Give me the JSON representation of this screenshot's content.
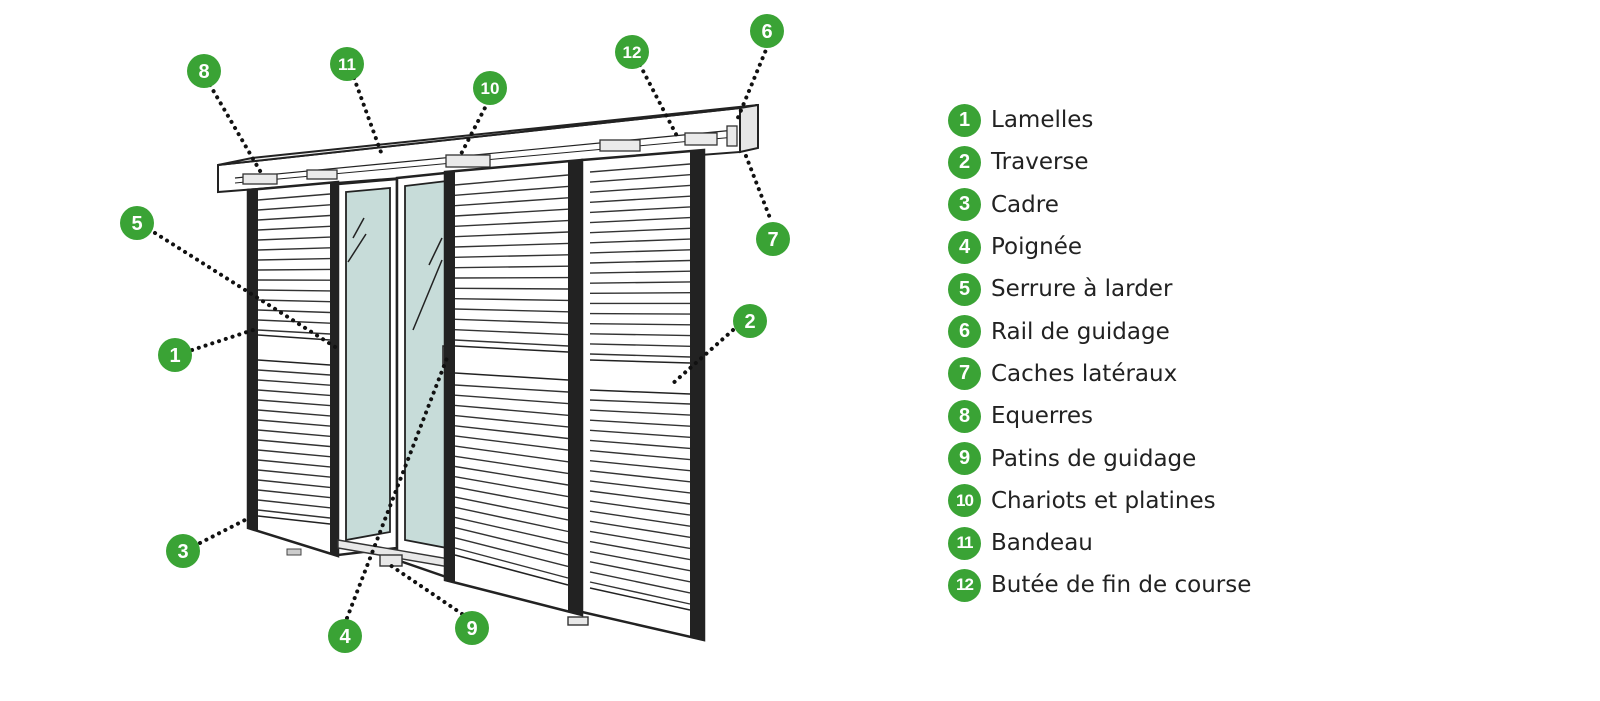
{
  "accent_color": "#3aa335",
  "parts": [
    {
      "num": "1",
      "label": "Lamelles"
    },
    {
      "num": "2",
      "label": "Traverse"
    },
    {
      "num": "3",
      "label": "Cadre"
    },
    {
      "num": "4",
      "label": "Poignée"
    },
    {
      "num": "5",
      "label": "Serrure à larder"
    },
    {
      "num": "6",
      "label": "Rail de guidage"
    },
    {
      "num": "7",
      "label": "Caches latéraux"
    },
    {
      "num": "8",
      "label": "Equerres"
    },
    {
      "num": "9",
      "label": "Patins de guidage"
    },
    {
      "num": "10",
      "label": "Chariots et platines"
    },
    {
      "num": "11",
      "label": "Bandeau"
    },
    {
      "num": "12",
      "label": "Butée de fin de course"
    }
  ]
}
